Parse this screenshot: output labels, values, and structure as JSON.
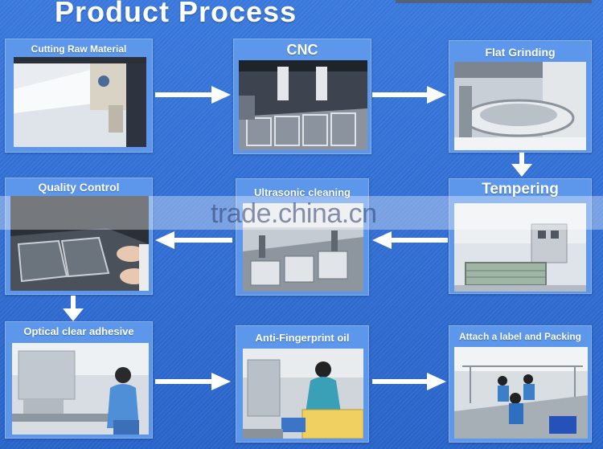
{
  "title": "Product Process",
  "steps": [
    {
      "label": "Cutting Raw Material"
    },
    {
      "label": "CNC"
    },
    {
      "label": "Flat Grinding"
    },
    {
      "label": "Tempering"
    },
    {
      "label": "Ultrasonic cleaning"
    },
    {
      "label": "Quality Control"
    },
    {
      "label": "Optical clear adhesive"
    },
    {
      "label": "Anti-Fingerprint oil"
    },
    {
      "label": "Attach a label and Packing"
    }
  ],
  "watermark": "trade.china.cn",
  "colors": {
    "background": "#2f6fd6",
    "card": "#5c97ec",
    "arrow": "#ffffff",
    "text": "#ffffff"
  },
  "icons": [
    "arrow-right-icon",
    "arrow-left-icon",
    "arrow-down-icon"
  ]
}
